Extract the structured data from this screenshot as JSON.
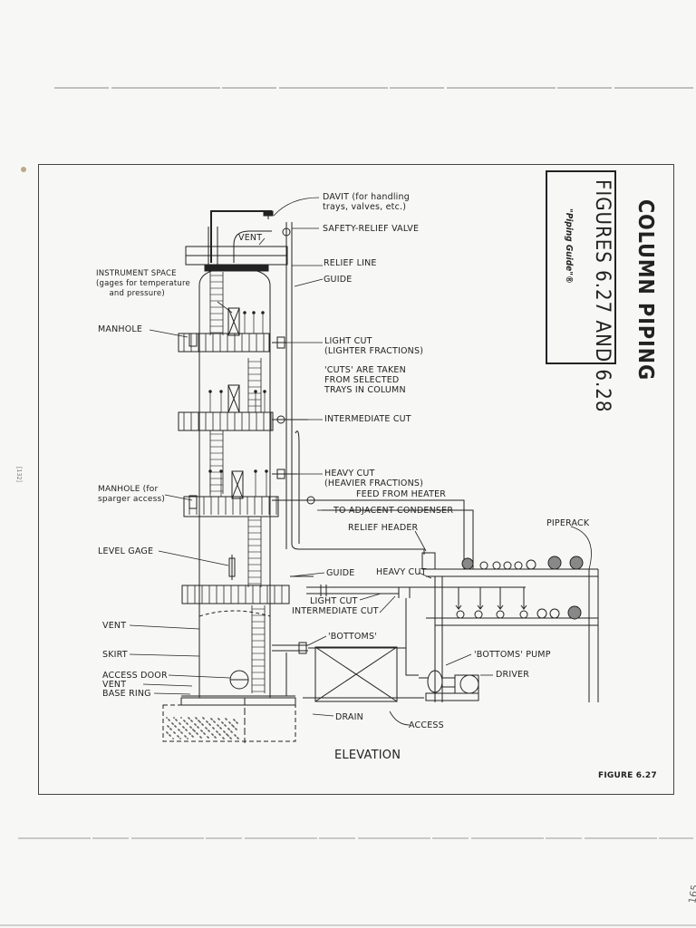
{
  "title": {
    "main": "COLUMN PIPING",
    "figures": "FIGURES 6.27 AND 6.28",
    "source": "\"Piping Guide\"®"
  },
  "labels": {
    "davit": "DAVIT (for handling\ntrays, valves, etc.)",
    "safety_relief_valve": "SAFETY-RELIEF VALVE",
    "vent_top": "VENT",
    "relief_line": "RELIEF LINE",
    "guide_top": "GUIDE",
    "instrument_space": "INSTRUMENT SPACE\n(gages for temperature\n     and pressure)",
    "manhole": "MANHOLE",
    "light_cut": "LIGHT CUT\n(LIGHTER FRACTIONS)",
    "cuts_note": "'CUTS' ARE TAKEN\nFROM SELECTED\nTRAYS IN COLUMN",
    "intermediate_cut": "INTERMEDIATE CUT",
    "heavy_cut": "HEAVY CUT\n(HEAVIER FRACTIONS)",
    "feed_from_heater": "FEED FROM HEATER",
    "manhole_sparger": "MANHOLE (for\nsparger access)",
    "to_adjacent_condenser": "TO ADJACENT CONDENSER",
    "relief_header": "RELIEF HEADER",
    "piperack": "PIPERACK",
    "level_gage": "LEVEL GAGE",
    "guide_bottom": "GUIDE",
    "heavy_cut_bottom": "HEAVY CUT",
    "light_cut_bottom": "LIGHT CUT",
    "intermediate_cut_bottom": "INTERMEDIATE CUT",
    "vent_side": "VENT",
    "skirt": "SKIRT",
    "bottoms": "'BOTTOMS'",
    "bottoms_pump": "'BOTTOMS' PUMP",
    "access_door": "ACCESS DOOR",
    "driver": "DRIVER",
    "vent_base": "VENT",
    "base_ring": "BASE RING",
    "drain": "DRAIN",
    "access": "ACCESS",
    "elevation": "ELEVATION",
    "figure_number": "FIGURE 6.27"
  },
  "margin": {
    "side_note": "[132]",
    "corner_mark": "165"
  }
}
